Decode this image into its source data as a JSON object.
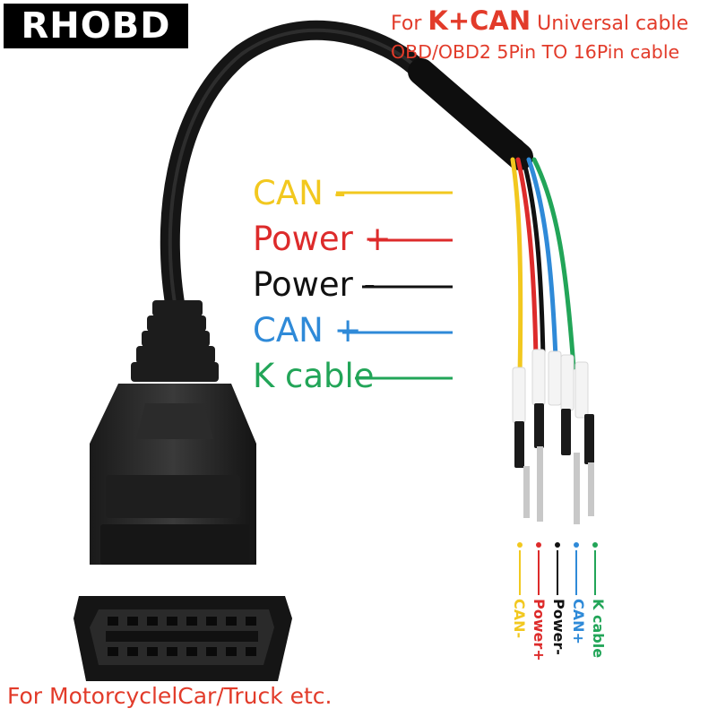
{
  "brand": {
    "name": "RHOBD"
  },
  "header": {
    "prefix": "For ",
    "highlight": "K+CAN",
    "suffix": " Universal cable",
    "subtitle": "OBD/OBD2 5Pin TO 16Pin cable"
  },
  "labels": {
    "can_neg": "CAN -",
    "power_pos": "Power +",
    "power_neg": "Power -",
    "can_pos": "CAN +",
    "k_cable": "K cable"
  },
  "pin_labels": [
    "CAN-",
    "Power+",
    "Power-",
    "CAN+",
    "K cable"
  ],
  "footer": {
    "text": "For MotorcyclelCar/Truck etc."
  },
  "colors": {
    "accent_red": "#e23b2a",
    "yellow": "#f2c81f",
    "red": "#dd2b2b",
    "black": "#111111",
    "blue": "#2f8ad8",
    "green": "#22a558"
  }
}
